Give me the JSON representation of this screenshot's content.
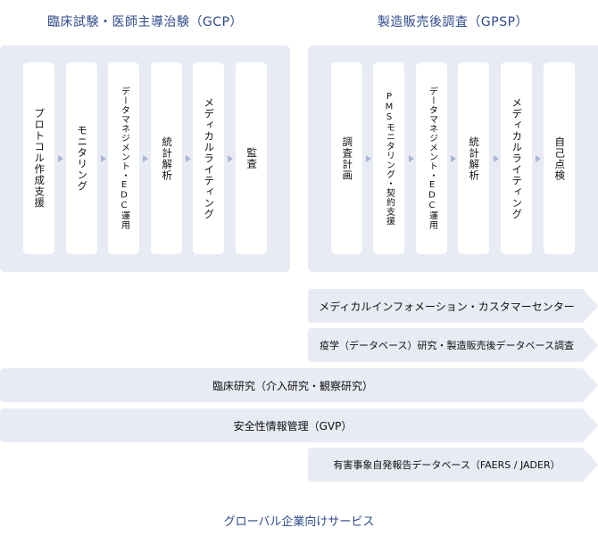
{
  "gcp": {
    "title": "臨床試験・医師主導治験（GCP）",
    "steps": [
      "プロトコル作成支援",
      "モニタリング",
      "データマネジメント・EDC運用",
      "統計解析",
      "メディカルライティング",
      "監査"
    ]
  },
  "gpsp": {
    "title": "製造販売後調査（GPSP）",
    "steps": [
      "調査計画",
      "PMSモニタリング・契約支援",
      "データマネジメント・EDC運用",
      "統計解析",
      "メディカルライティング",
      "自己点検"
    ]
  },
  "bands": [
    "メディカルインフォメーション・カスタマーセンター",
    "疫学（データベース）研究・製造販売後データベース調査",
    "臨床研究（介入研究・観察研究）",
    "安全性情報管理（GVP）",
    "有害事象自発報告データベース（FAERS / JADER）"
  ],
  "footer": "グローバル企業向けサービス"
}
